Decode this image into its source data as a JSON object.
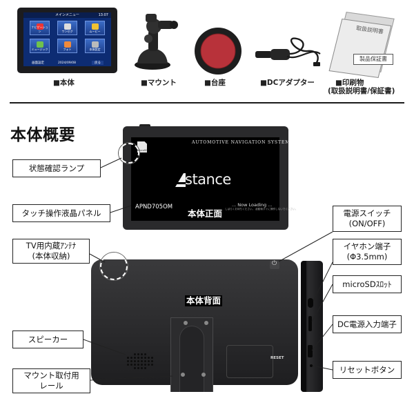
{
  "accessories": {
    "main_unit": "■本体",
    "mount": "■マウント",
    "base": "■台座",
    "dc_adapter": "■DCアダプター",
    "printed_line1": "■印刷物",
    "printed_line2": "(取扱説明書/保証書)"
  },
  "menu_screen": {
    "title": "メインメニュー",
    "clock": "13:07",
    "tiles": [
      "ナビゲーション",
      "ワンセグ",
      "ムービー",
      "ミュージック",
      "フォト",
      "本体設定"
    ],
    "footer_left": "画面設定",
    "footer_date": "2024/09/08",
    "footer_right": "戻る"
  },
  "manual": {
    "title": "取扱説明書",
    "warranty": "製品保証書"
  },
  "section_title": "本体概要",
  "front": {
    "system_text": "AUTOMOTIVE NAVIGATION SYSTEM",
    "logo": "stance",
    "model": "APND705OM",
    "loading": "... Now Loading ...",
    "loading_sub": "しばらくお待ちください。 起動後すぐに操作しないでください。",
    "tag": "本体正面",
    "sd_icon_text": "microSD"
  },
  "back": {
    "tag": "本体背面",
    "reset": "RESET",
    "power_symbol": "⏻"
  },
  "callouts": {
    "status_lamp": "状態確認ランプ",
    "touch_panel": "タッチ操作液晶パネル",
    "tv_antenna_line1": "TV用内蔵ｱﾝﾃﾅ",
    "tv_antenna_line2": "(本体収納)",
    "speaker": "スピーカー",
    "mount_rail_line1": "マウント取付用",
    "mount_rail_line2": "レール",
    "power_switch_line1": "電源スイッチ",
    "power_switch_line2": "(ON/OFF)",
    "earphone_line1": "イヤホン端子",
    "earphone_line2": "(Φ3.5mm)",
    "microsd_slot": "microSDｽﾛｯﾄ",
    "dc_input": "DC電源入力端子",
    "reset_button": "リセットボタン"
  },
  "colors": {
    "device_body": "#2a2a2c",
    "menu_blue": "#0d2c73",
    "callout_border": "#222222"
  }
}
